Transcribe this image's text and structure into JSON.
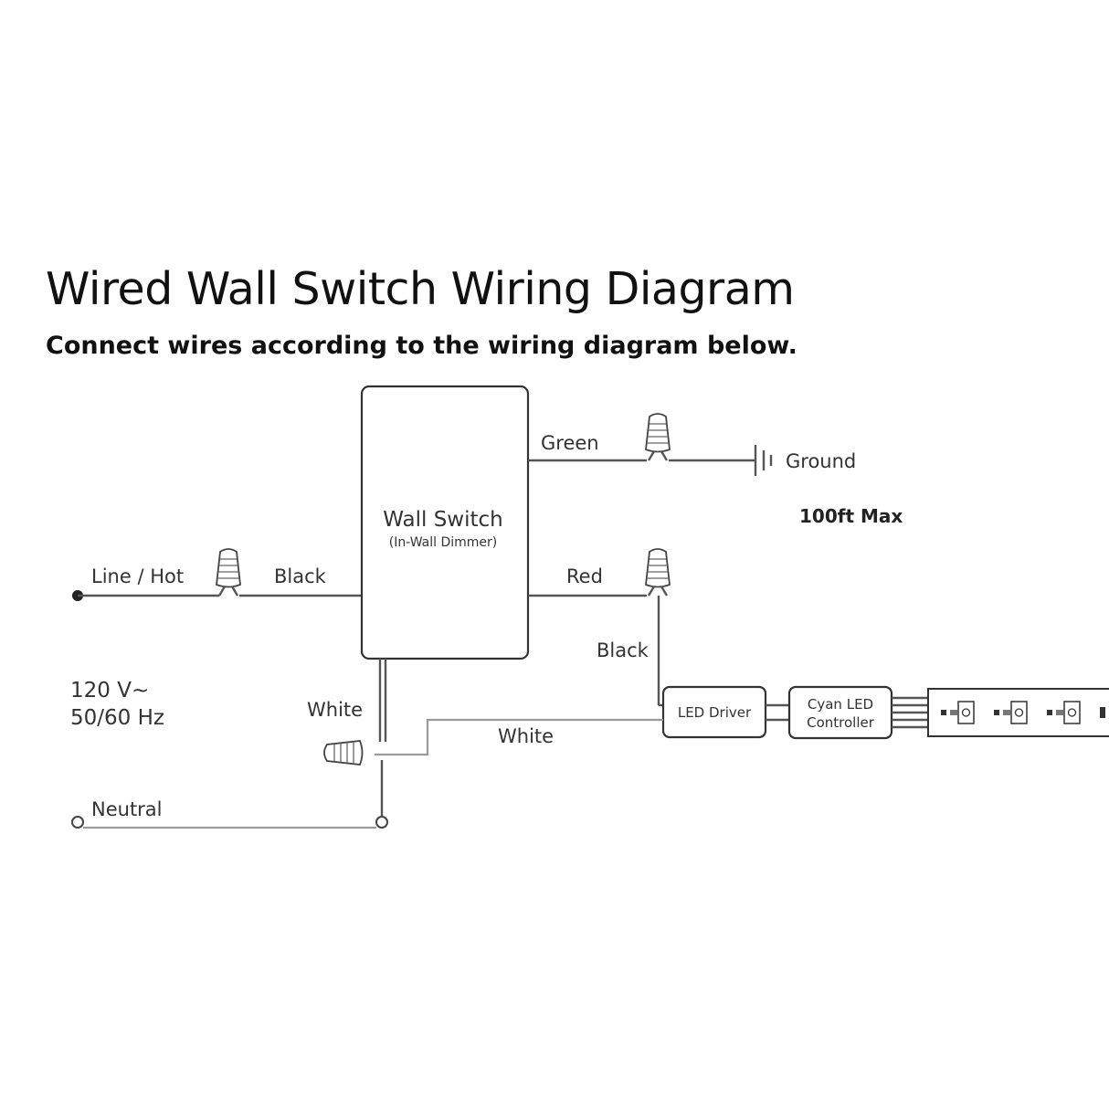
{
  "title": "Wired Wall Switch Wiring Diagram",
  "subtitle": "Connect wires according to the wiring diagram below.",
  "switch": {
    "name": "Wall Switch",
    "sub": "(In-Wall Dimmer)"
  },
  "wires": {
    "line_hot": "Line / Hot",
    "black_in": "Black",
    "green": "Green",
    "ground": "Ground",
    "max_length": "100ft Max",
    "red": "Red",
    "black_out": "Black",
    "white_switch": "White",
    "white_driver": "White",
    "neutral": "Neutral"
  },
  "power": {
    "voltage": "120 V~",
    "frequency": "50/60 Hz"
  },
  "components": {
    "driver": "LED Driver",
    "controller_line1": "Cyan LED",
    "controller_line2": "Controller"
  }
}
